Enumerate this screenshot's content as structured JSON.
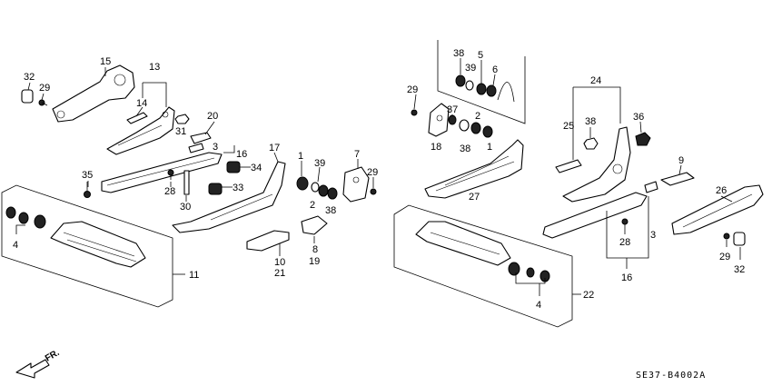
{
  "diagram_code": "SE37-B4002A",
  "front_arrow_label": "FR.",
  "callouts": {
    "c32a": "32",
    "c29a": "29",
    "c15": "15",
    "c13": "13",
    "c14": "14",
    "c20": "20",
    "c31": "31",
    "c3a": "3",
    "c16a": "16",
    "c17": "17",
    "c35": "35",
    "c28a": "28",
    "c34": "34",
    "c33": "33",
    "c30": "30",
    "c1a": "1",
    "c39a": "39",
    "c2a": "2",
    "c38a": "38",
    "c7": "7",
    "c29b": "29",
    "c4a": "4",
    "c11": "11",
    "c10": "10",
    "c21": "21",
    "c8": "8",
    "c19": "19",
    "c38b": "38",
    "c5": "5",
    "c39b": "39",
    "c6": "6",
    "c29c": "29",
    "c37": "37",
    "c2b": "2",
    "c18": "18",
    "c38c": "38",
    "c1b": "1",
    "c27": "27",
    "c24": "24",
    "c25": "25",
    "c38d": "38",
    "c36": "36",
    "c9": "9",
    "c26": "26",
    "c28b": "28",
    "c3b": "3",
    "c16b": "16",
    "c29d": "29",
    "c32b": "32",
    "c22": "22",
    "c4b": "4"
  }
}
